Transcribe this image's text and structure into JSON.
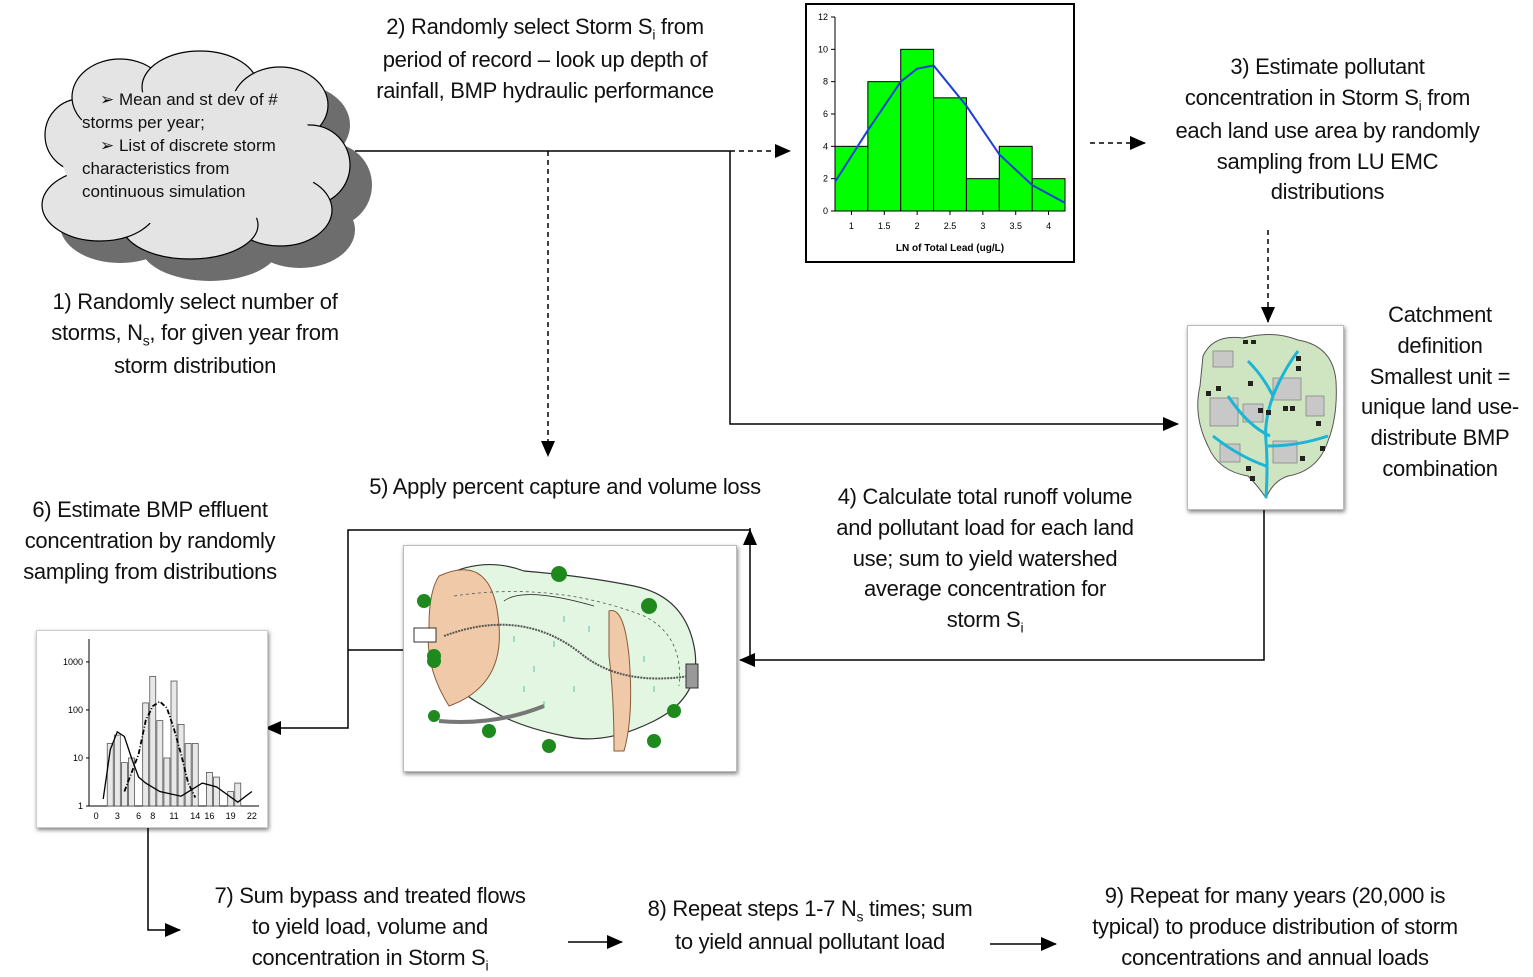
{
  "cloud": {
    "line1": "➢ Mean and st dev  of  #",
    "line2": "storms per year;",
    "line3": "➢ List of discrete storm",
    "line4": "characteristics from",
    "line5": "continuous simulation"
  },
  "steps": {
    "s1": {
      "a": "1) Randomly select number of",
      "b1": "storms, N",
      "bsub": "s",
      "b2": ", for given year from",
      "c": "storm distribution"
    },
    "s2": {
      "a1": "2) Randomly select Storm S",
      "asub": "i",
      "a2": " from",
      "b": "period of record – look up depth of",
      "c": "rainfall, BMP hydraulic performance"
    },
    "s3": {
      "a": "3) Estimate pollutant",
      "b1": "concentration in Storm S",
      "bsub": "i",
      "b2": " from",
      "c": "each land use area by randomly",
      "d": "sampling from LU EMC",
      "e": "distributions"
    },
    "s4": {
      "a": "4) Calculate total runoff volume",
      "b": "and pollutant load for each land",
      "c": "use; sum to yield watershed",
      "d": "average concentration for",
      "e1": "storm S",
      "esub": "i"
    },
    "s5": {
      "a": "5) Apply percent capture and volume loss"
    },
    "s6": {
      "a": "6) Estimate BMP effluent",
      "b": "concentration by randomly",
      "c": "sampling from distributions"
    },
    "s7": {
      "a": "7) Sum bypass and treated flows",
      "b": "to yield load, volume and",
      "c1": "concentration in Storm S",
      "csub": "i"
    },
    "s8": {
      "a1": "8) Repeat steps 1-7 N",
      "asub": "s",
      "a2": " times; sum",
      "b": "to yield annual pollutant load"
    },
    "s9": {
      "a": "9) Repeat for many years (20,000 is",
      "b": "typical) to produce distribution of storm",
      "c": "concentrations and annual loads"
    }
  },
  "catchment": {
    "a": "Catchment",
    "b": "definition",
    "c": "Smallest unit =",
    "d": "unique land use-",
    "e": "distribute BMP",
    "f": "combination"
  },
  "histogram": {
    "xlabel": "LN of Total Lead (ug/L)",
    "yticks": [
      "0",
      "2",
      "4",
      "6",
      "8",
      "10",
      "12"
    ],
    "xticks": [
      "1",
      "1.5",
      "2",
      "2.5",
      "3",
      "3.5",
      "4"
    ],
    "bar_color": "#00ff00",
    "curve_color": "#1a3fd6"
  },
  "chart_data": [
    {
      "type": "bar",
      "xlabel": "LN of Total Lead (ug/L)",
      "ylabel": "",
      "ylim": [
        0,
        12
      ],
      "bin_edges": [
        0.75,
        1.25,
        1.75,
        2.25,
        2.75,
        3.25,
        3.75,
        4.25
      ],
      "values": [
        4,
        8,
        10,
        7,
        2,
        4,
        2
      ],
      "fit_curve": {
        "x": [
          0.75,
          1.25,
          1.75,
          2.0,
          2.25,
          2.75,
          3.25,
          3.75,
          4.25
        ],
        "y": [
          1.8,
          5.0,
          8.0,
          8.8,
          9.0,
          6.5,
          3.5,
          1.6,
          0.5
        ]
      }
    },
    {
      "type": "bar",
      "yscale": "log",
      "yticks": [
        "1",
        "10",
        "100",
        "1000"
      ],
      "xticks": [
        "0",
        "3",
        "6",
        "8",
        "11",
        "14",
        "16",
        "19",
        "22"
      ],
      "ylim": [
        1,
        3000
      ],
      "categories": [
        2,
        3,
        4,
        5,
        7,
        8,
        9,
        10,
        11,
        12,
        13,
        14,
        16,
        17,
        19,
        20
      ],
      "values": [
        20,
        30,
        8,
        10,
        140,
        500,
        60,
        10,
        400,
        50,
        20,
        20,
        5,
        4,
        2,
        3
      ]
    }
  ]
}
